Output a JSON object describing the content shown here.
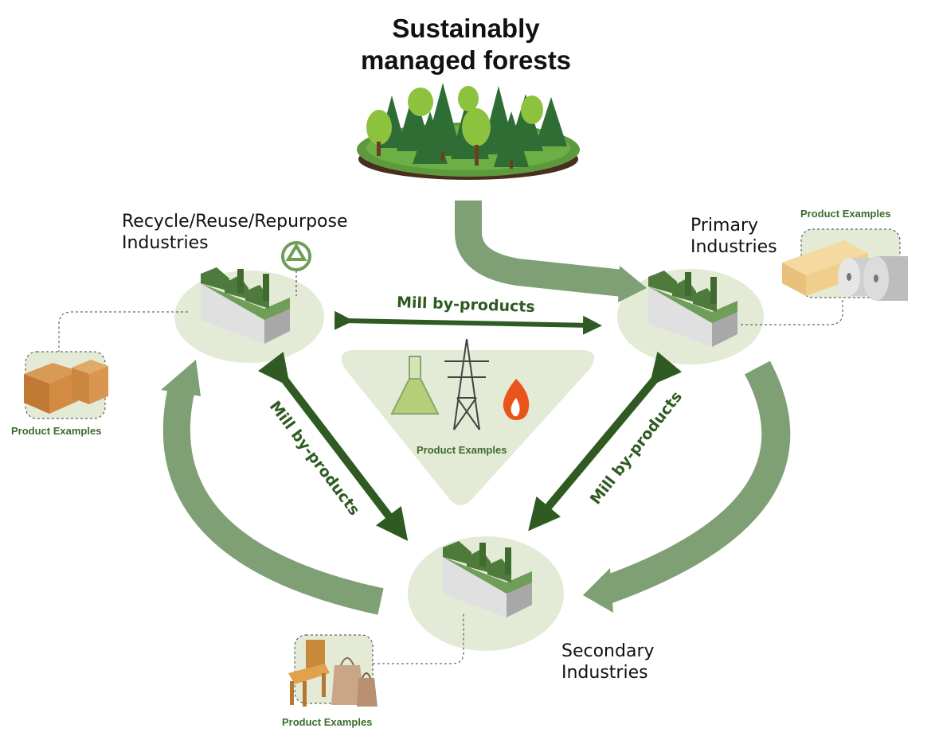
{
  "title": {
    "line1": "Sustainably",
    "line2": "managed forests"
  },
  "industries": {
    "recycle": {
      "line1": "Recycle/Reuse/Repurpose",
      "line2": "Industries"
    },
    "primary": {
      "line1": "Primary",
      "line2": "Industries"
    },
    "secondary": {
      "line1": "Secondary",
      "line2": "Industries"
    }
  },
  "product_examples": {
    "primary": "Product Examples",
    "recycle": "Product Examples",
    "center": "Product Examples",
    "secondary": "Product Examples"
  },
  "mill_byproducts": {
    "top": "Mill by-products",
    "left": "Mill by-products",
    "right": "Mill by-products"
  },
  "icons": [
    "forest-icon",
    "factory-icon",
    "recycle-icon",
    "lumber-icon",
    "paper-roll-icon",
    "cardboard-box-icon",
    "chair-icon",
    "paper-bag-icon",
    "flask-icon",
    "power-tower-icon",
    "flame-icon"
  ],
  "colors": {
    "flow_arrow": "#7fa075",
    "byproduct_arrow": "#2f5a22",
    "circle_bg": "#e3ead6",
    "label_green": "#3d6b2c"
  }
}
